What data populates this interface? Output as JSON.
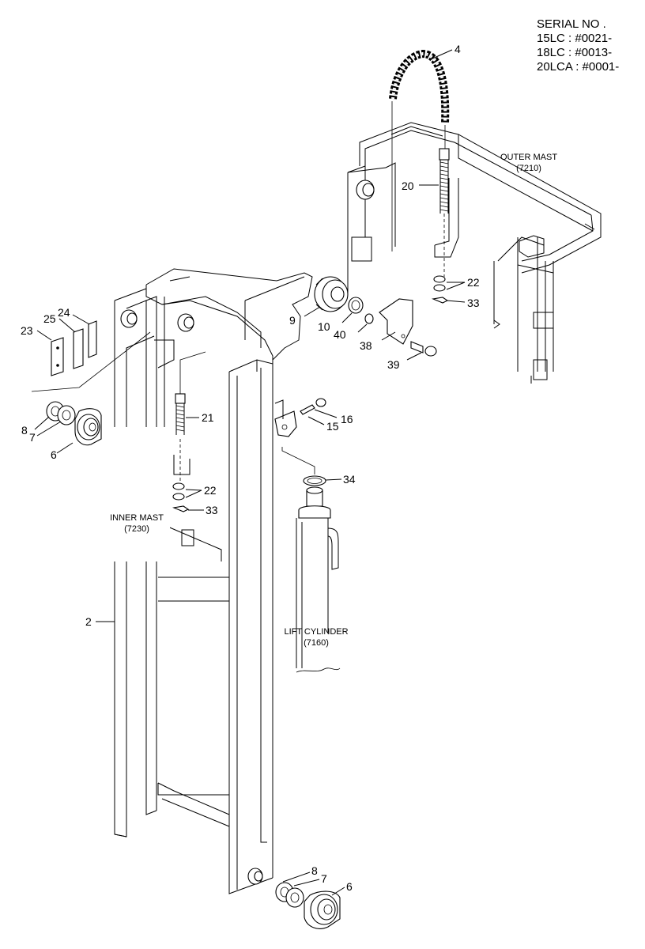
{
  "serial": {
    "heading": "SERIAL NO .",
    "lines": [
      "15LC : #0021-",
      "18LC : #0013-",
      "20LCA : #0001-"
    ]
  },
  "assemblies": {
    "outer_mast": {
      "name": "OUTER MAST",
      "code": "(7210)"
    },
    "inner_mast": {
      "name": "INNER MAST",
      "code": "(7230)"
    },
    "lift_cylinder": {
      "name": "LIFT CYLINDER",
      "code": "(7160)"
    }
  },
  "callouts": {
    "c4": "4",
    "c20": "20",
    "c22a": "22",
    "c33a": "33",
    "c9": "9",
    "c10": "10",
    "c40": "40",
    "c38": "38",
    "c39": "39",
    "c23": "23",
    "c25": "25",
    "c24": "24",
    "c8a": "8",
    "c7a": "7",
    "c6a": "6",
    "c21": "21",
    "c16": "16",
    "c15": "15",
    "c22b": "22",
    "c33b": "33",
    "c34": "34",
    "c2": "2",
    "c8b": "8",
    "c7b": "7",
    "c6b": "6"
  }
}
